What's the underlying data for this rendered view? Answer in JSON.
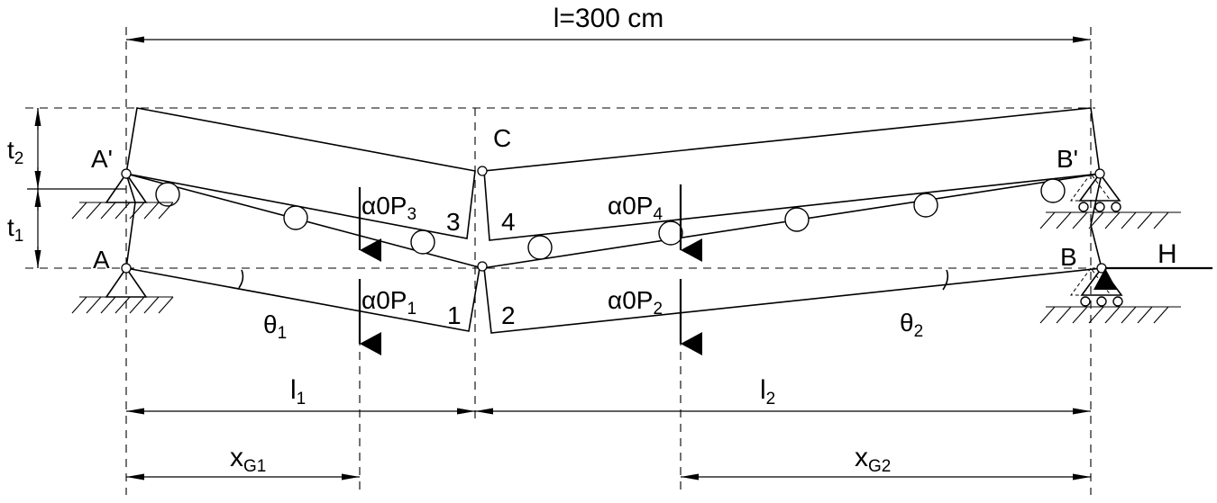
{
  "span_label": "l=300 cm",
  "points": {
    "A": "A",
    "A_prime": "A'",
    "B": "B",
    "B_prime": "B'",
    "C": "C"
  },
  "block_numbers": {
    "n1": "1",
    "n2": "2",
    "n3": "3",
    "n4": "4"
  },
  "loads": {
    "p1": {
      "main": "α0P",
      "sub": "1"
    },
    "p2": {
      "main": "α0P",
      "sub": "2"
    },
    "p3": {
      "main": "α0P",
      "sub": "3"
    },
    "p4": {
      "main": "α0P",
      "sub": "4"
    },
    "h": "H"
  },
  "angles": {
    "theta1": {
      "main": "θ",
      "sub": "1"
    },
    "theta2": {
      "main": "θ",
      "sub": "2"
    }
  },
  "thicknesses": {
    "t1": {
      "main": "t",
      "sub": "1"
    },
    "t2": {
      "main": "t",
      "sub": "2"
    }
  },
  "dimensions": {
    "l1": {
      "main": "l",
      "sub": "1"
    },
    "l2": {
      "main": "l",
      "sub": "2"
    },
    "xg1": {
      "main": "x",
      "sub": "G1"
    },
    "xg2": {
      "main": "x",
      "sub": "G2"
    }
  }
}
